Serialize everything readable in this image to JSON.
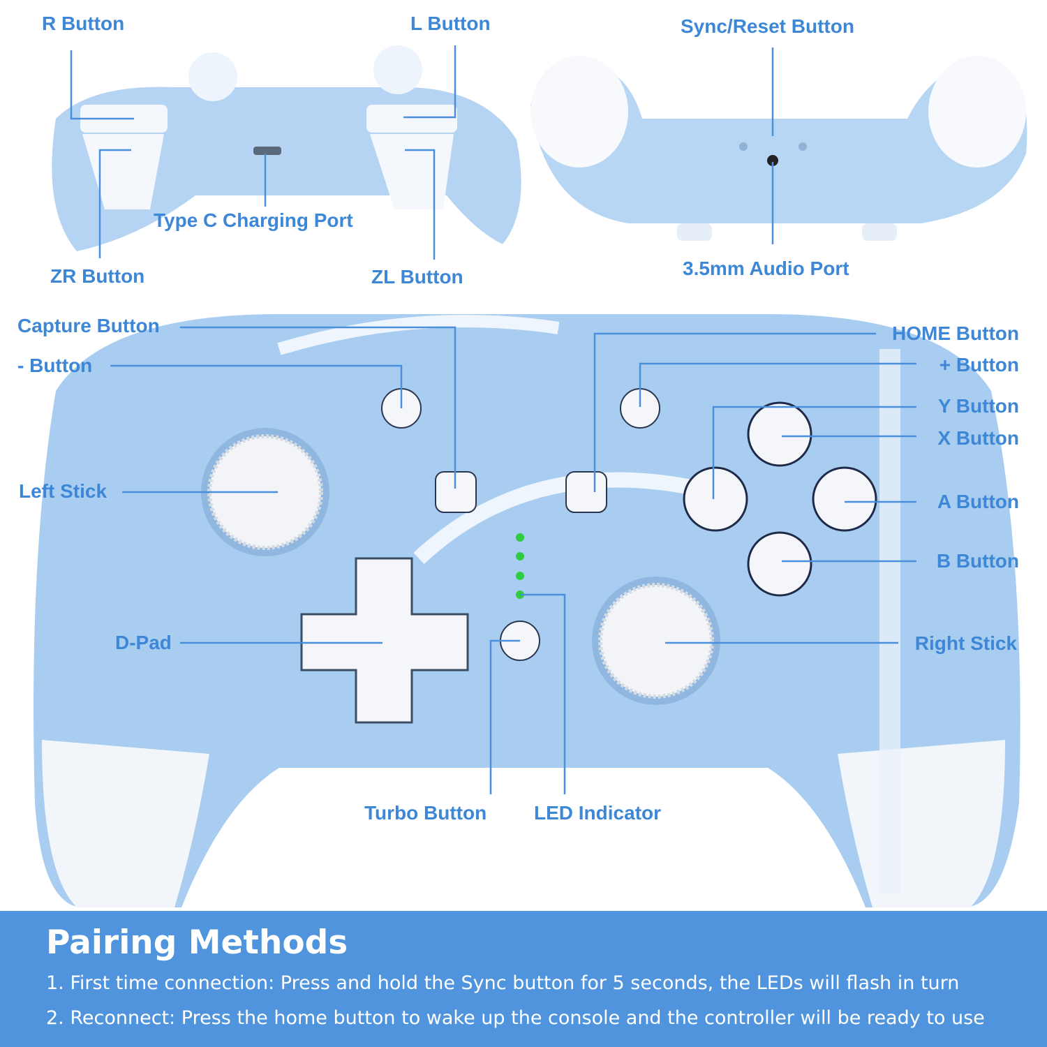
{
  "labels": {
    "r_button": "R Button",
    "l_button": "L Button",
    "sync_reset": "Sync/Reset Button",
    "type_c": "Type C Charging Port",
    "zr_button": "ZR Button",
    "zl_button": "ZL Button",
    "audio_port": "3.5mm Audio Port",
    "capture": "Capture Button",
    "minus": "- Button",
    "left_stick": "Left Stick",
    "dpad": "D-Pad",
    "turbo": "Turbo Button",
    "led": "LED Indicator",
    "home": "HOME Button",
    "plus": "+ Button",
    "y": "Y Button",
    "x": "X Button",
    "a": "A Button",
    "b": "B Button",
    "right_stick": "Right Stick"
  },
  "pairing": {
    "title": "Pairing Methods",
    "steps": [
      "1. First time connection: Press and hold the Sync button for 5 seconds, the LEDs will flash in turn",
      "2. Reconnect: Press the home button to wake up the console and the controller will be ready to use"
    ]
  },
  "colors": {
    "label": "#3d87d6",
    "banner": "#4f94dc",
    "body": "#a9cdf0",
    "led": "#2ecc40"
  }
}
